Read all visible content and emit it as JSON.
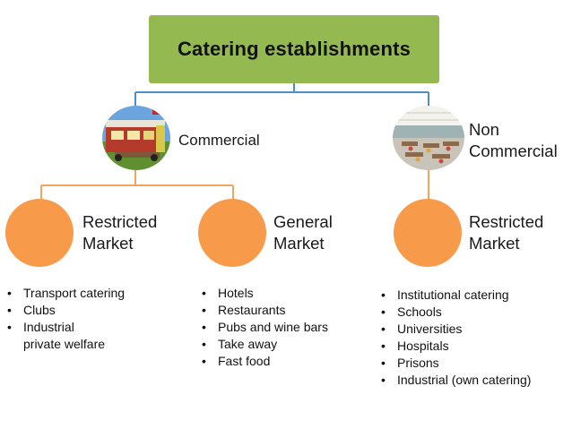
{
  "title": "Catering establishments",
  "branches": {
    "commercial": {
      "label": "Commercial"
    },
    "noncommercial": {
      "label_line1": "Non",
      "label_line2": "Commercial"
    }
  },
  "markets": {
    "restricted_commercial": {
      "line1": "Restricted",
      "line2": "Market"
    },
    "general": {
      "line1": "General",
      "line2": "Market"
    },
    "restricted_noncommercial": {
      "line1": "Restricted",
      "line2": "Market"
    }
  },
  "lists": {
    "restricted_commercial": [
      "Transport catering",
      "Clubs",
      "Industrial"
    ],
    "restricted_commercial_cont": "private welfare",
    "general": [
      "Hotels",
      "Restaurants",
      "Pubs and wine bars",
      "Take away",
      "Fast food"
    ],
    "restricted_noncommercial": [
      "Institutional catering",
      "Schools",
      "Universities",
      "Hospitals",
      "Prisons",
      "Industrial (own catering)"
    ]
  },
  "colors": {
    "title_box": "#95b951",
    "connector": "#4a8fc7",
    "connector_orange": "#f5a45a",
    "circle": "#f79a4a"
  }
}
